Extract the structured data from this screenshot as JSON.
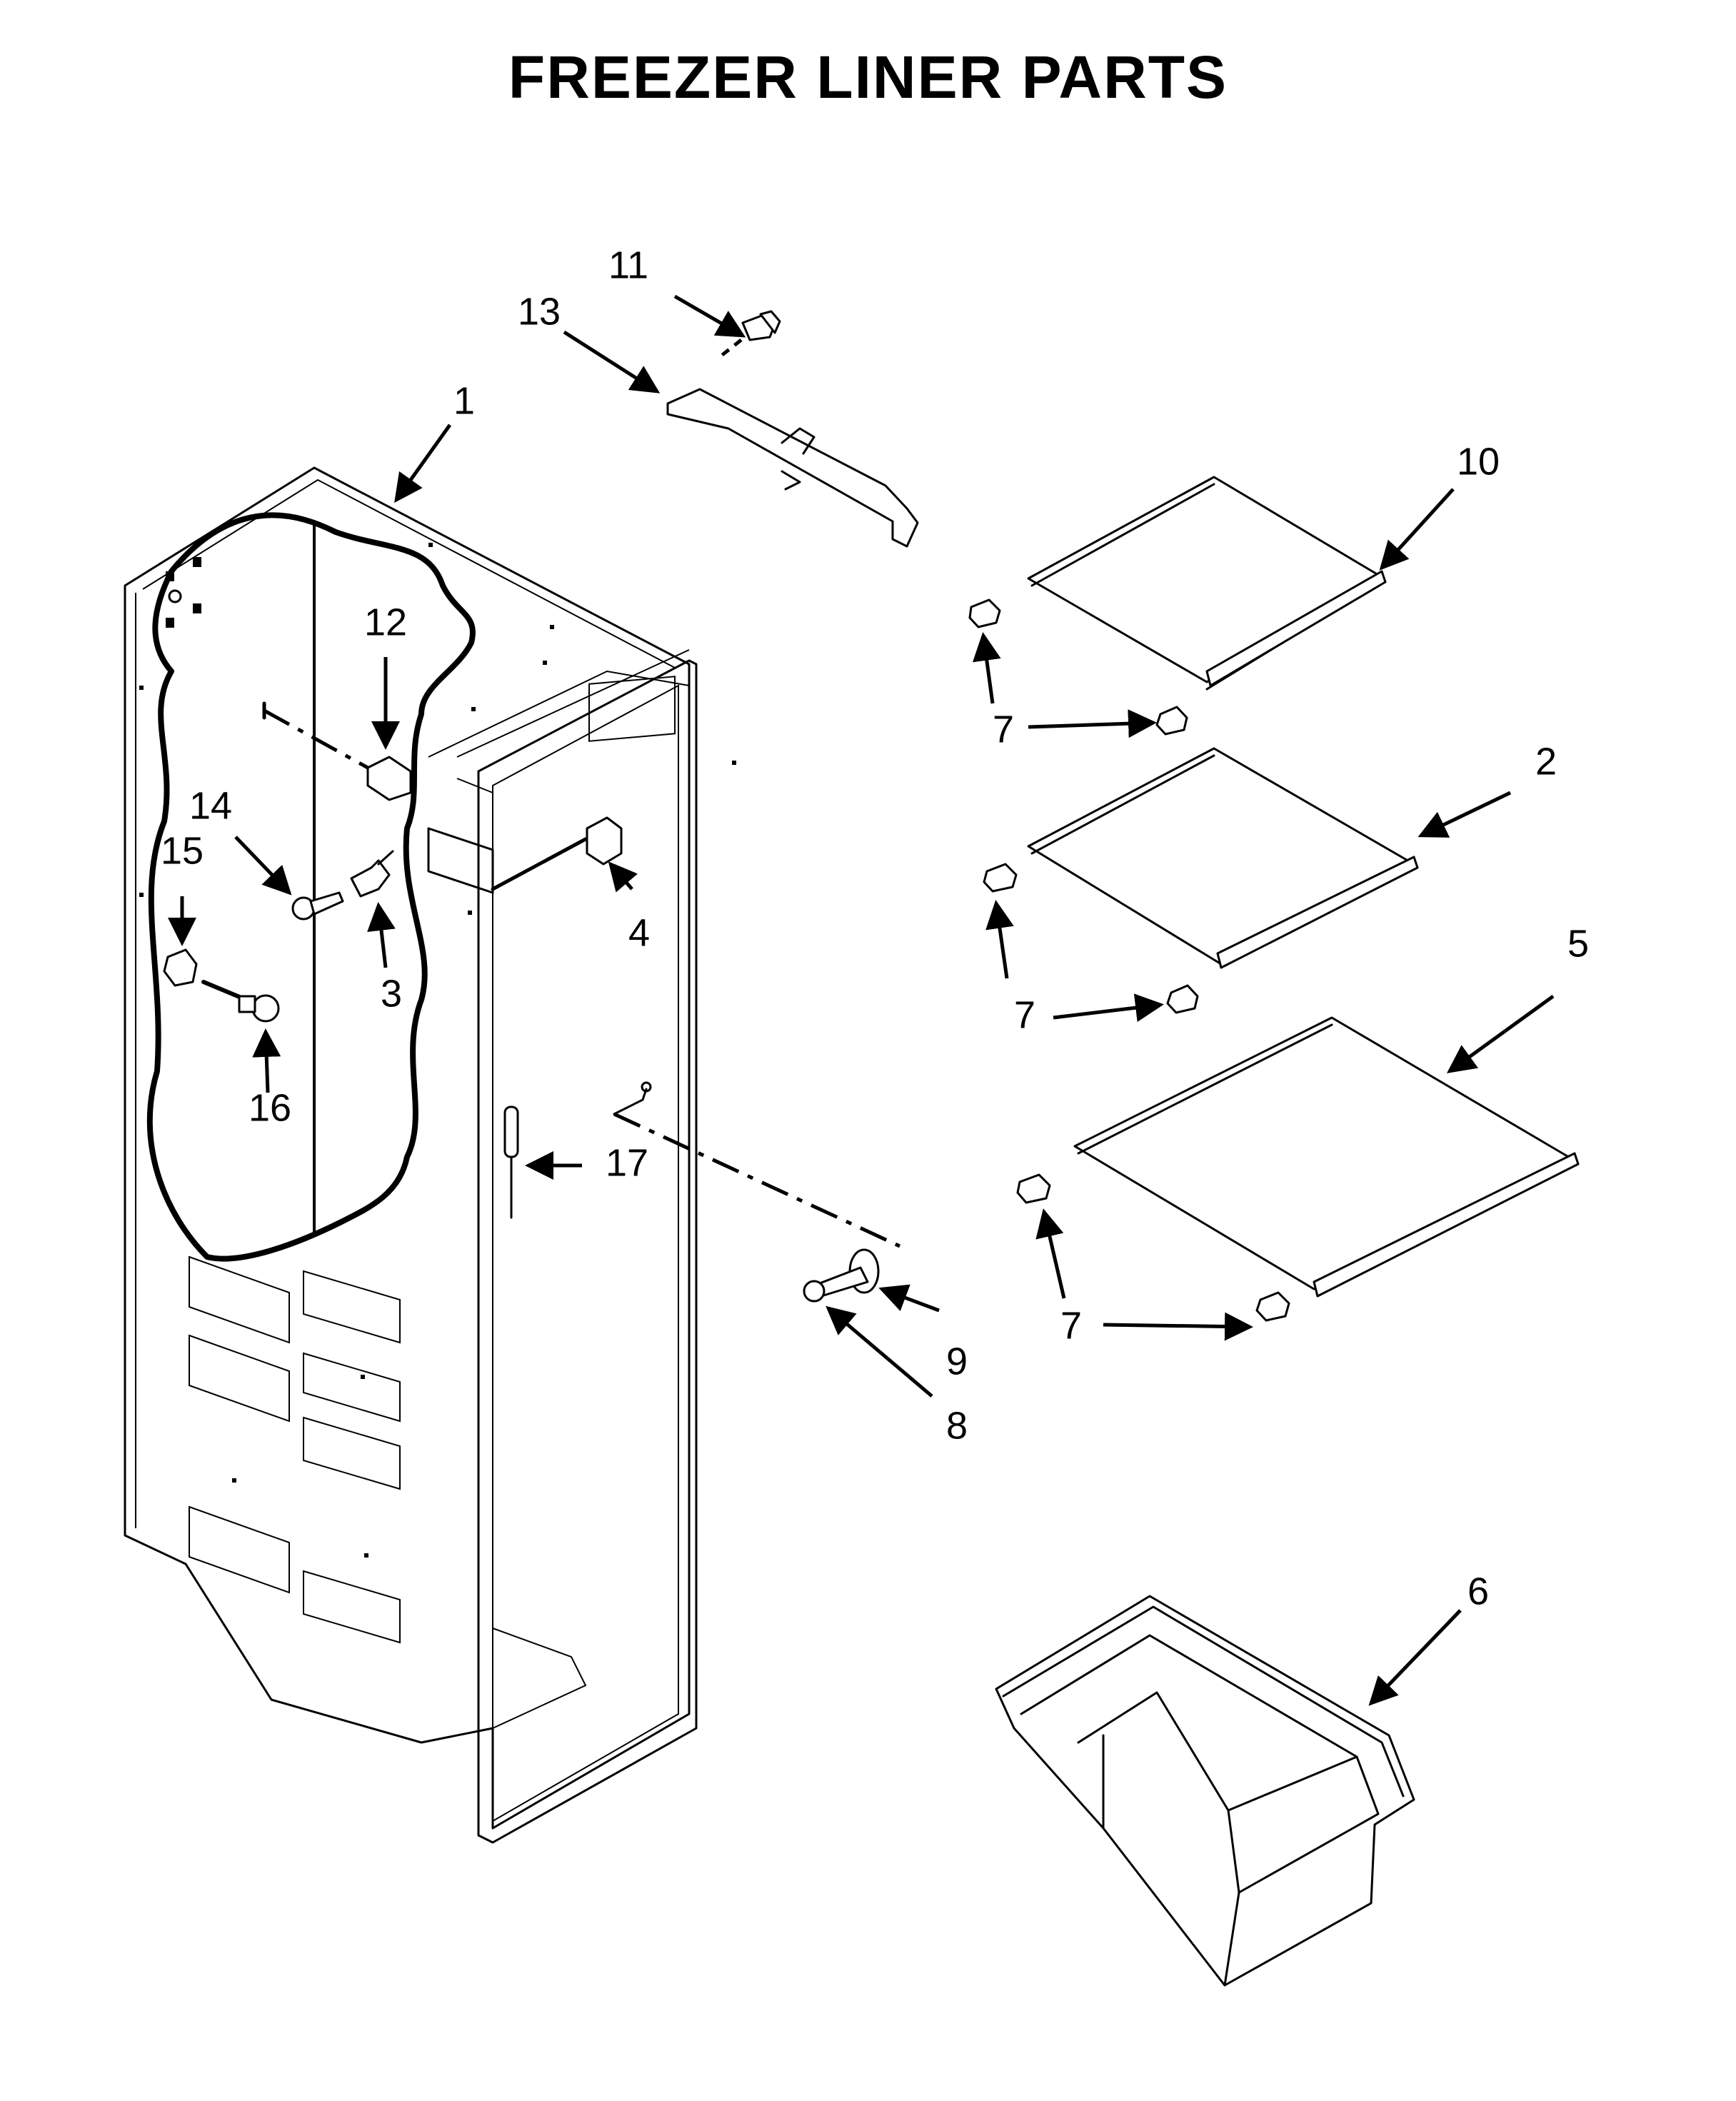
{
  "title": "FREEZER LINER PARTS",
  "callouts": {
    "c1": "1",
    "c2": "2",
    "c3": "3",
    "c4": "4",
    "c5": "5",
    "c6": "6",
    "c7a": "7",
    "c7b": "7",
    "c7c": "7",
    "c8": "8",
    "c9": "9",
    "c10": "10",
    "c11": "11",
    "c12": "12",
    "c13": "13",
    "c14": "14",
    "c15": "15",
    "c16": "16",
    "c17": "17"
  }
}
